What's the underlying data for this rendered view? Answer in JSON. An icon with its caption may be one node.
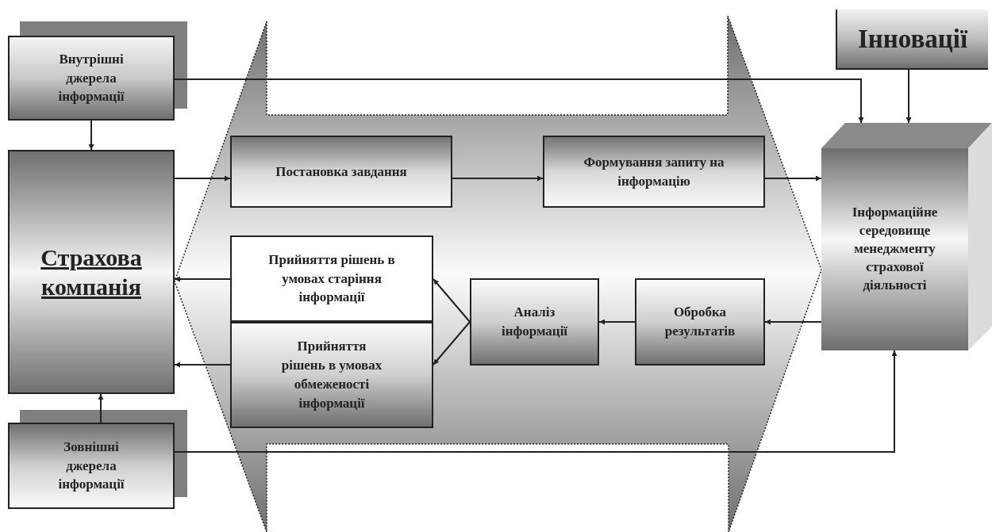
{
  "diagram": {
    "nodes": [
      {
        "text": [
          "Внутрішні джерела інформації"
        ]
      },
      {
        "text": [
          "Інновації"
        ]
      },
      {
        "text": [
          "Страхова компанія"
        ]
      },
      {
        "text": [
          "Постановка завдання"
        ]
      },
      {
        "text": [
          "Формування запиту на інформацію"
        ]
      },
      {
        "text": [
          "Інформаційне середовище менеджменту страхової діяльності"
        ]
      },
      {
        "text": [
          "Прийняття рішень в умовах старіння інформації"
        ]
      },
      {
        "text": [
          "Прийняття рішень в умовах обмеженості інформації"
        ]
      },
      {
        "text": [
          "Аналіз інформації"
        ]
      },
      {
        "text": [
          "Обробка результатів"
        ]
      },
      {
        "text": [
          "Зовнішні джерела інформації"
        ]
      }
    ],
    "edges": [
      {
        "from": 0,
        "to": 2,
        "arrow": "to"
      },
      {
        "from": 0,
        "to": 5,
        "arrow": "to"
      },
      {
        "from": 1,
        "to": 5,
        "arrow": "to"
      },
      {
        "from": 2,
        "to": 3,
        "arrow": "to"
      },
      {
        "from": 3,
        "to": 4,
        "arrow": "to"
      },
      {
        "from": 4,
        "to": 5,
        "arrow": "to"
      },
      {
        "from": 5,
        "to": 9,
        "arrow": "to"
      },
      {
        "from": 9,
        "to": 8,
        "arrow": "to"
      },
      {
        "from": 8,
        "to": 6,
        "arrow": "to"
      },
      {
        "from": 8,
        "to": 7,
        "arrow": "to"
      },
      {
        "from": 6,
        "to": 2,
        "arrow": "to"
      },
      {
        "from": 7,
        "to": 2,
        "arrow": "to"
      },
      {
        "from": 10,
        "to": 2,
        "arrow": "to"
      },
      {
        "from": 10,
        "to": 5,
        "arrow": "to"
      }
    ]
  }
}
